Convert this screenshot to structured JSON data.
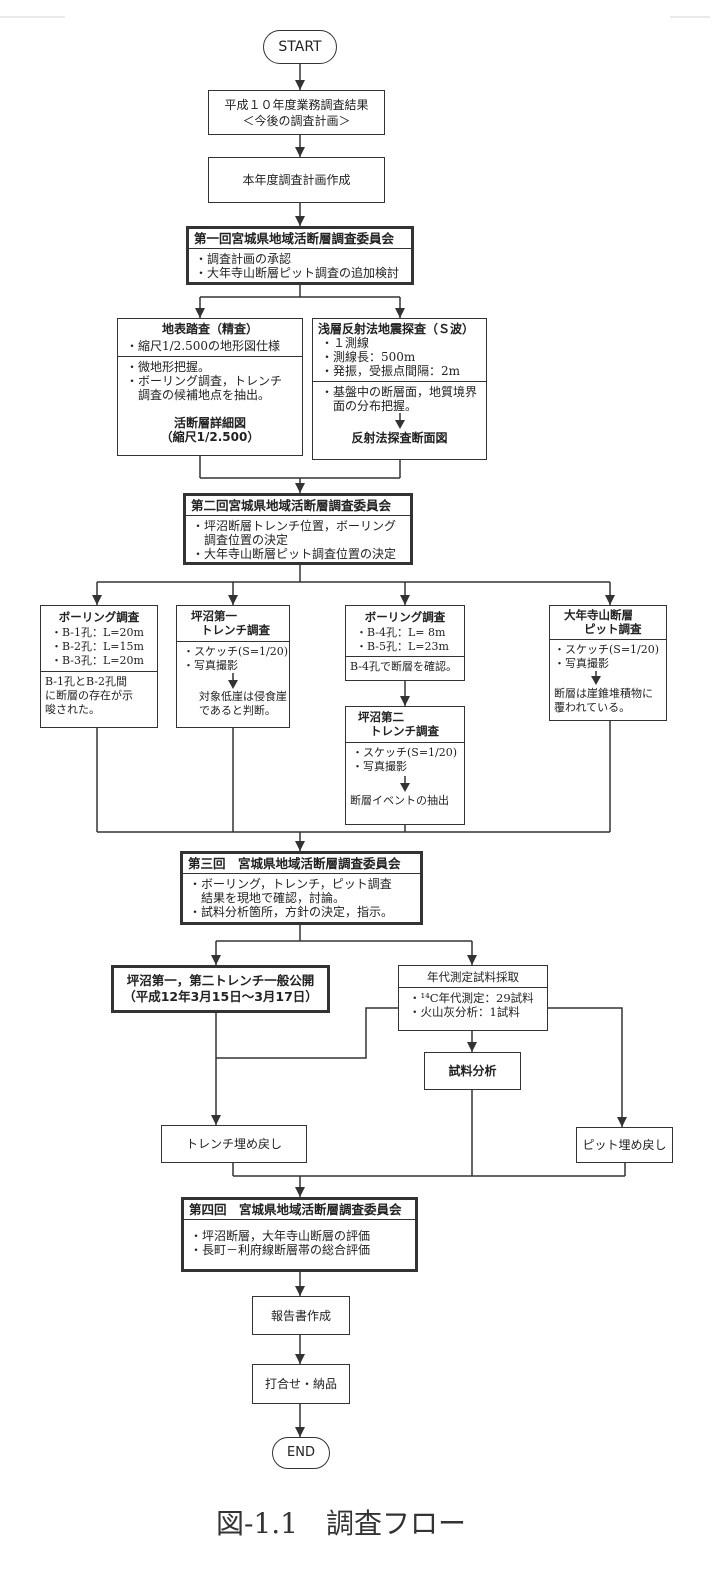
{
  "flow": {
    "start": "START",
    "previous_results": [
      "平成１０年度業務調査結果",
      "＜今後の調査計画＞"
    ],
    "plan": "本年度調査計画作成",
    "committee1": {
      "title": "第一回宮城県地域活断層調査委員会",
      "items": [
        "・調査計画の承認",
        "・大年寺山断層ピット調査の追加検討"
      ]
    },
    "field_survey": {
      "title": "地表踏査（精査）",
      "spec": "・縮尺1/2.500の地形図仕様",
      "items": [
        "・微地形把握。",
        "・ボーリング調査，トレンチ",
        "調査の候補地点を抽出。"
      ],
      "output": [
        "活断層詳細図",
        "（縮尺1/2.500）"
      ]
    },
    "seismic_survey": {
      "title": "浅層反射法地震探査（Ｓ波）",
      "specs": [
        "・１測線",
        "・測線長：500m",
        "・発振，受振点間隔：2m"
      ],
      "items": [
        "・基盤中の断層面，地質境界",
        "面の分布把握。"
      ],
      "output": "反射法探査断面図"
    },
    "committee2": {
      "title": "第二回宮城県地域活断層調査委員会",
      "items": [
        "・坪沼断層トレンチ位置，ボーリング",
        "調査位置の決定",
        "・大年寺山断層ピット調査位置の決定"
      ]
    },
    "boring_1": {
      "title": "ボーリング調査",
      "specs": [
        "・B-1孔：L=20m",
        "・B-2孔：L=15m",
        "・B-3孔：L=20m"
      ],
      "result": [
        "B-1孔とB-2孔間",
        "に断層の存在が示",
        "唆された。"
      ]
    },
    "trench_1": {
      "title": [
        "坪沼第一",
        "トレンチ調査"
      ],
      "methods": [
        "・スケッチ(S=1/20)",
        "・写真撮影"
      ],
      "result": [
        "対象低崖は侵食崖",
        "であると判断。"
      ]
    },
    "boring_2": {
      "title": "ボーリング調査",
      "specs": [
        "・B-4孔：L= 8m",
        "・B-5孔：L=23m"
      ],
      "result": "B-4孔で断層を確認。"
    },
    "trench_2": {
      "title": [
        "坪沼第二",
        "トレンチ調査"
      ],
      "methods": [
        "・スケッチ(S=1/20)",
        "・写真撮影"
      ],
      "result": "断層イベントの抽出"
    },
    "pit": {
      "title": [
        "大年寺山断層",
        "ピット調査"
      ],
      "methods": [
        "・スケッチ(S=1/20)",
        "・写真撮影"
      ],
      "result": [
        "断層は崖錐堆積物に",
        "覆われている。"
      ]
    },
    "committee3": {
      "title": "第三回　宮城県地域活断層調査委員会",
      "items": [
        "・ボーリング，トレンチ，ピット調査",
        "結果を現地で確認，討論。",
        "・試料分析箇所，方針の決定，指示。"
      ]
    },
    "public_open": [
      "坪沼第一，第二トレンチ一般公開",
      "（平成12年3月15日～3月17日）"
    ],
    "dating": {
      "title": "年代測定試料採取",
      "items": [
        "・¹⁴C年代測定：29試料",
        "・火山灰分析：1試料"
      ]
    },
    "analysis": "試料分析",
    "trench_backfill": "トレンチ埋め戻し",
    "pit_backfill": "ピット埋め戻し",
    "committee4": {
      "title": "第四回　宮城県地域活断層調査委員会",
      "items": [
        "・坪沼断層，大年寺山断層の評価",
        "・長町－利府線断層帯の総合評価"
      ]
    },
    "report": "報告書作成",
    "delivery": "打合せ・納品",
    "end": "END"
  },
  "caption": "図-1.1　調査フロー",
  "colors": {
    "line": "#333333"
  }
}
